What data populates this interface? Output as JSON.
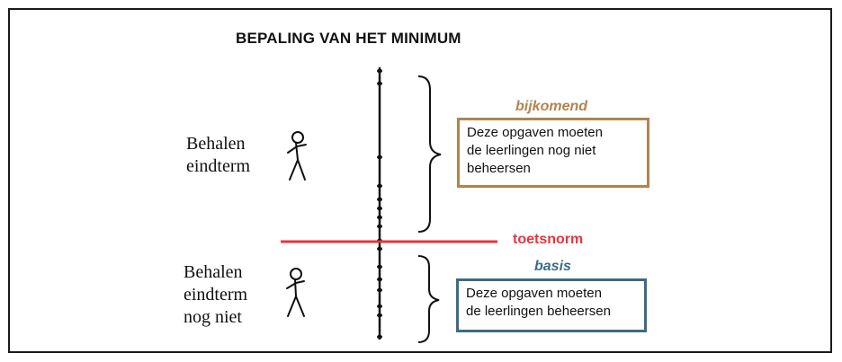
{
  "title": "BEPALING VAN HET MINIMUM",
  "upper": {
    "students_label": "Behalen\neindterm",
    "tag": "bijkomend",
    "box_text": "Deze opgaven moeten\nde leerlingen nog niet\nbeheersen"
  },
  "lower": {
    "students_label": "Behalen\neindterm\nnog niet",
    "tag": "basis",
    "box_text": "Deze opgaven moeten\nde leerlingen beheersen"
  },
  "threshold_label": "toetsnorm",
  "colors": {
    "bijkomend": "#b08450",
    "basis": "#3e6a82",
    "toetsnorm": "#e8343e",
    "ink": "#111111"
  },
  "icons": [
    "stick-figure-icon",
    "stick-figure-icon",
    "right-brace-icon",
    "right-brace-icon"
  ]
}
